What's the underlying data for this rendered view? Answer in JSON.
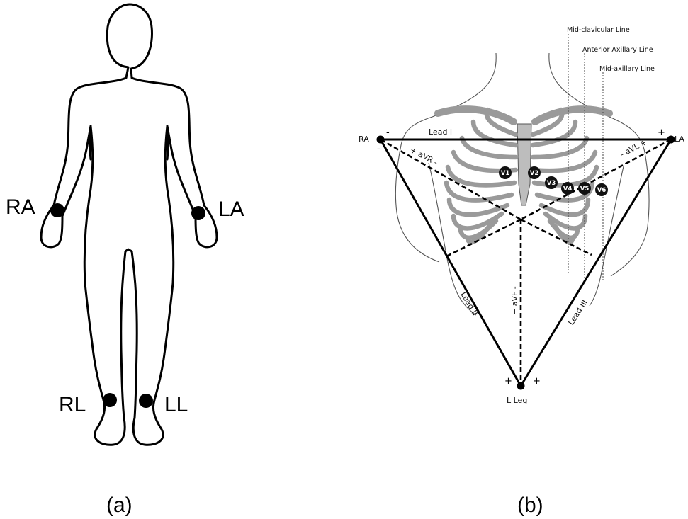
{
  "panel_a": {
    "caption": "(a)",
    "electrodes": {
      "ra": "RA",
      "la": "LA",
      "rl": "RL",
      "ll": "LL"
    }
  },
  "panel_b": {
    "caption": "(b)",
    "corners": {
      "ra": "RA",
      "la": "LA",
      "lleg": "L Leg"
    },
    "leads": {
      "lead1": "Lead I",
      "lead2": "Lead II",
      "lead3": "Lead III",
      "avr": "+ aVR -",
      "avl": "- aVL +",
      "avf": "+ aVF -"
    },
    "signs": {
      "ra_top": "-",
      "ra_bottom": "-",
      "la_top": "+",
      "la_bottom": "-",
      "lleg_left": "+",
      "lleg_right": "+"
    },
    "precordial": [
      "V1",
      "V2",
      "V3",
      "V4",
      "V5",
      "V6"
    ],
    "reference_lines": {
      "mid_clavicular": "Mid-clavicular Line",
      "anterior_axillary": "Anterior Axillary Line",
      "mid_axillary": "Mid-axillary Line"
    }
  }
}
